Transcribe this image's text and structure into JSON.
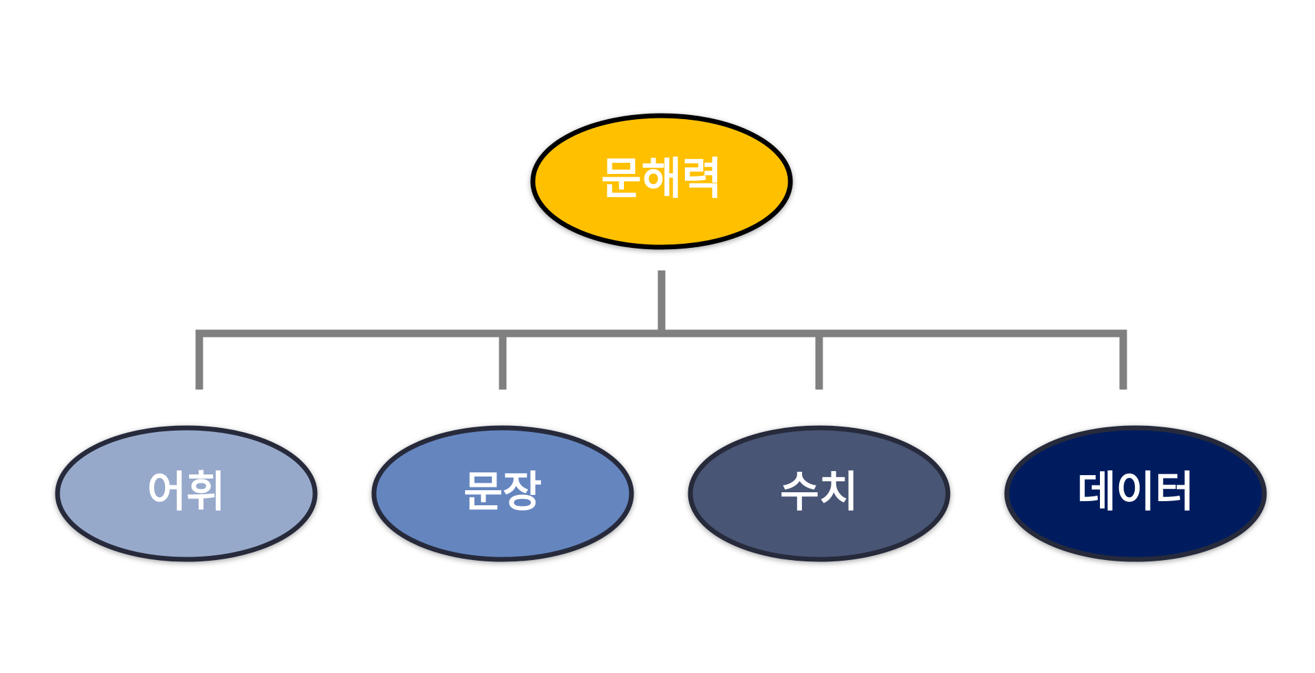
{
  "diagram": {
    "root": {
      "label": "문해력",
      "fill": "#FFC000",
      "stroke": "#000000"
    },
    "children": [
      {
        "label": "어휘",
        "fill": "#97A9CB",
        "stroke": "#252C3B"
      },
      {
        "label": "문장",
        "fill": "#6585BF",
        "stroke": "#252C3B"
      },
      {
        "label": "수치",
        "fill": "#4A5574",
        "stroke": "#252C3B"
      },
      {
        "label": "데이터",
        "fill": "#051F5E",
        "stroke": "#252C3B"
      }
    ],
    "connector_color": "#808080"
  }
}
